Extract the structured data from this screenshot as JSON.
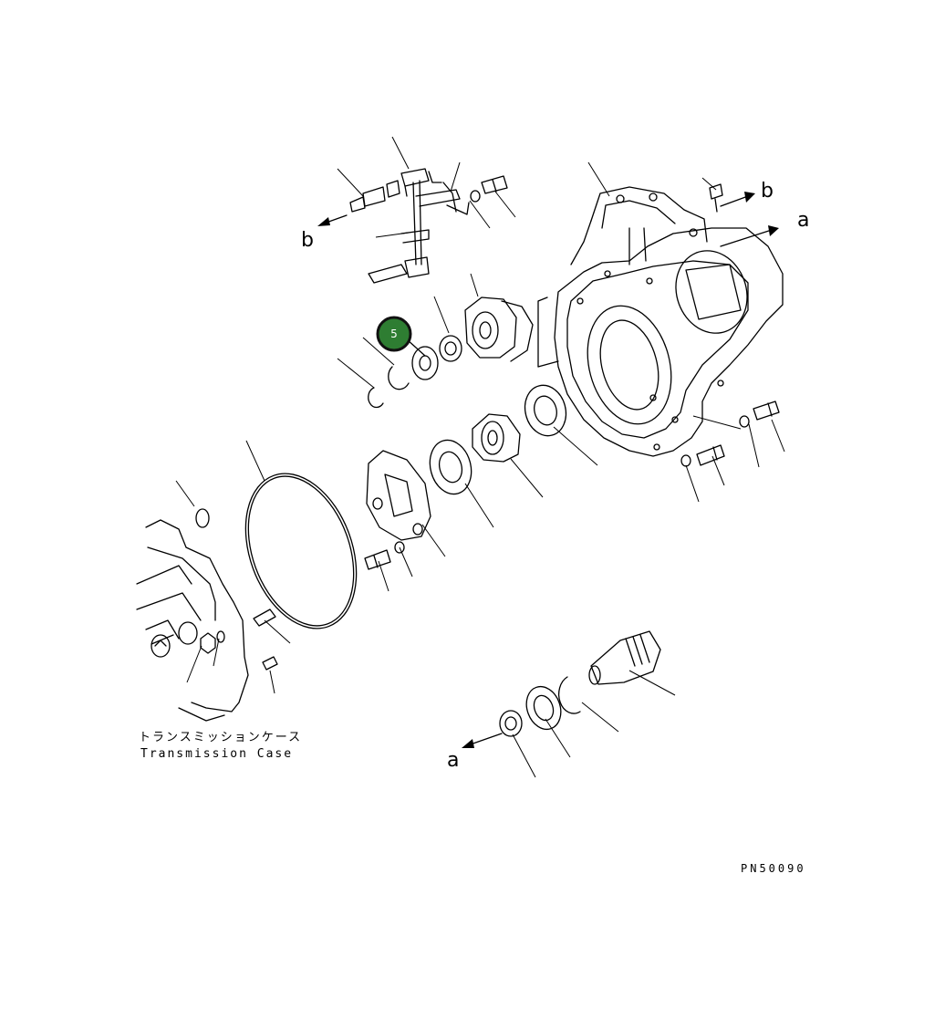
{
  "diagram": {
    "ref_labels": {
      "a_top": "a",
      "b_top": "b",
      "b_left": "b",
      "a_bottom": "a"
    },
    "caption_ja": "トランスミッションケース",
    "caption_en": "Transmission Case",
    "drawing_code": "PN50090",
    "callout": {
      "number": "5",
      "color": "#2e7d32",
      "border": "#111111"
    }
  }
}
